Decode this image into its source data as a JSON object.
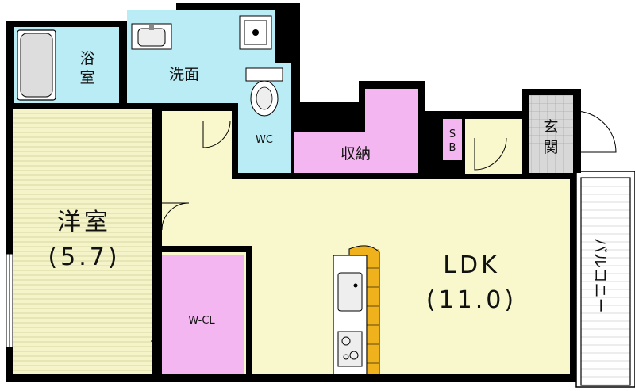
{
  "rooms": {
    "bath": {
      "label_line1": "浴",
      "label_line2": "室"
    },
    "washroom": {
      "label": "洗面"
    },
    "toilet": {
      "label": "WC"
    },
    "storage": {
      "label": "収納"
    },
    "shoe_box": {
      "label_line1": "S",
      "label_line2": "B"
    },
    "entrance": {
      "label_line1": "玄",
      "label_line2": "関"
    },
    "western_room": {
      "label": "洋室",
      "size": "(5.7)"
    },
    "walk_in_closet": {
      "label": "W-CL"
    },
    "ldk": {
      "label": "LDK",
      "size": "(11.0)"
    },
    "balcony": {
      "label": "バルコニー"
    }
  },
  "colors": {
    "wall": "#000000",
    "bath": "#b9ecf4",
    "western_room": "#f4f4c8",
    "ldk": "#f8f8cc",
    "storage": "#f4b6f0",
    "entrance": "#d8d8d8",
    "counter": "#f0b21c"
  }
}
